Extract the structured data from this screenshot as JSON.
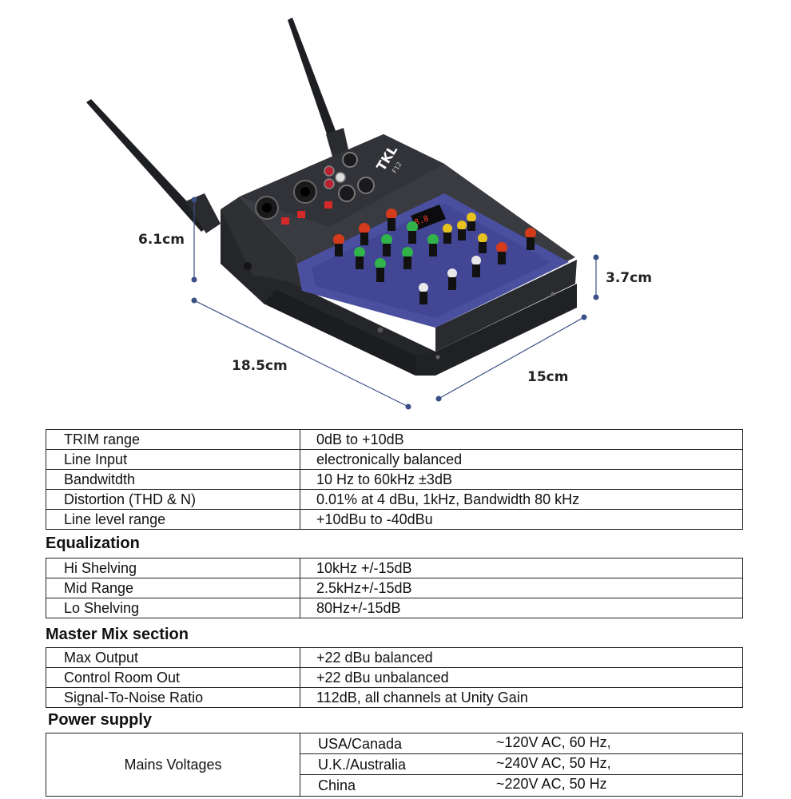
{
  "dimensions": {
    "height_rear": "6.1cm",
    "height_front": "3.7cm",
    "length": "18.5cm",
    "width": "15cm"
  },
  "device": {
    "brand_logo": "TKL",
    "model_label": "F12"
  },
  "general_specs": [
    {
      "label": "TRIM range",
      "value": "0dB to +10dB"
    },
    {
      "label": "Line Input",
      "value": "electronically balanced"
    },
    {
      "label": "Bandwitdth",
      "value": "10 Hz to 60kHz ±3dB"
    },
    {
      "label": "Distortion (THD & N)",
      "value": "0.01% at 4 dBu, 1kHz, Bandwidth 80 kHz"
    },
    {
      "label": "Line level range",
      "value": "+10dBu to -40dBu"
    }
  ],
  "equalization": {
    "heading": "Equalization",
    "rows": [
      {
        "label": "Hi Shelving",
        "value": "10kHz +/-15dB"
      },
      {
        "label": "Mid Range",
        "value": "2.5kHz+/-15dB"
      },
      {
        "label": "Lo Shelving",
        "value": "80Hz+/-15dB"
      }
    ]
  },
  "master_mix": {
    "heading": "Master Mix section",
    "rows": [
      {
        "label": "Max Output",
        "value": "+22 dBu balanced"
      },
      {
        "label": "Control Room Out",
        "value": "+22 dBu unbalanced"
      },
      {
        "label": "Signal-To-Noise Ratio",
        "value": "112dB, all channels at Unity Gain"
      }
    ]
  },
  "power_supply": {
    "heading": "Power supply",
    "label": "Mains Voltages",
    "rows": [
      {
        "region": "USA/Canada",
        "voltage": "~120V AC, 60 Hz,"
      },
      {
        "region": "U.K./Australia",
        "voltage": "~240V AC, 50 Hz,"
      },
      {
        "region": "China",
        "voltage": "~220V AC, 50 Hz"
      }
    ]
  },
  "colors": {
    "dimension_line": "#3a4f85",
    "device_body": "#2b2c30",
    "device_panel": "#4b4fa0",
    "knob_red": "#d43a1c",
    "knob_green": "#2fb34a",
    "knob_yellow": "#e6c21e"
  }
}
